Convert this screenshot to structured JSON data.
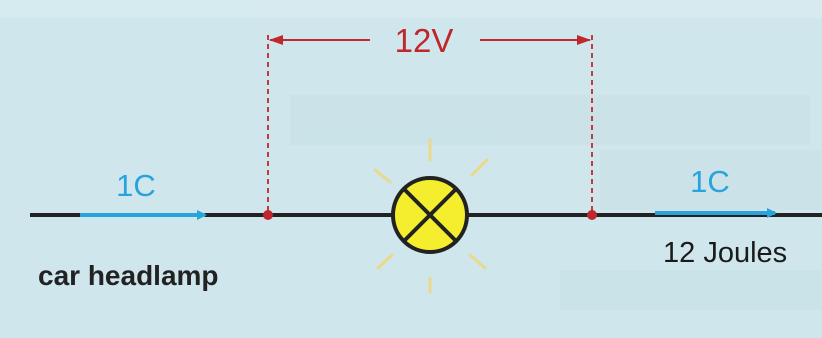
{
  "voltage_label": "12V",
  "charge_left": "1C",
  "charge_right": "1C",
  "energy_label": "12 Joules",
  "device_label": "car headlamp",
  "colors": {
    "background": "#cfe6ec",
    "wire": "#222222",
    "charge_arrow": "#29a3dc",
    "voltage_marker": "#c0272d",
    "lamp_fill": "#f5ee2e",
    "lamp_rays": "#e9d98a"
  }
}
